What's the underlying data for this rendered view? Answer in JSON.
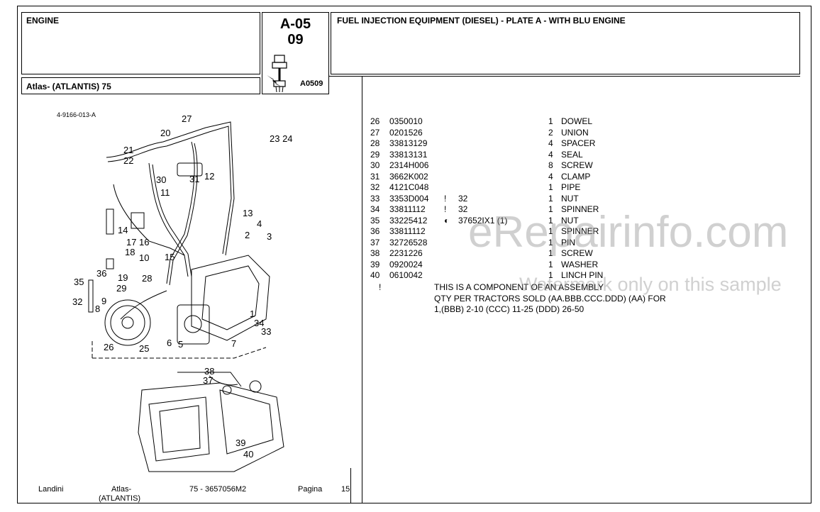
{
  "header": {
    "section": "ENGINE",
    "plate_code": "A-05",
    "plate_sub": "09",
    "plate_ref": "A0509",
    "title": "FUEL INJECTION EQUIPMENT (DIESEL) - PLATE A - WITH BLU ENGINE",
    "model": "Atlas- (ATLANTIS) 75"
  },
  "drawing": {
    "ref": "4-9166-013-A",
    "callouts": [
      "27",
      "20",
      "21",
      "22",
      "30",
      "11",
      "31",
      "12",
      "23 24",
      "13",
      "4",
      "2",
      "3",
      "14",
      "17",
      "16",
      "18",
      "10",
      "15",
      "36",
      "19",
      "28",
      "35",
      "29",
      "32",
      "9",
      "8",
      "34",
      "33",
      "1",
      "6",
      "5",
      "7",
      "26",
      "25",
      "38",
      "37",
      "39",
      "40"
    ]
  },
  "parts": [
    {
      "no": "26",
      "code": "0350010",
      "mark": "",
      "ref": "",
      "qty": "1",
      "desc": "DOWEL"
    },
    {
      "no": "27",
      "code": "0201526",
      "mark": "",
      "ref": "",
      "qty": "2",
      "desc": "UNION"
    },
    {
      "no": "28",
      "code": "33813129",
      "mark": "",
      "ref": "",
      "qty": "4",
      "desc": "SPACER"
    },
    {
      "no": "29",
      "code": "33813131",
      "mark": "",
      "ref": "",
      "qty": "4",
      "desc": "SEAL"
    },
    {
      "no": "30",
      "code": "2314H006",
      "mark": "",
      "ref": "",
      "qty": "8",
      "desc": "SCREW"
    },
    {
      "no": "31",
      "code": "3662K002",
      "mark": "",
      "ref": "",
      "qty": "4",
      "desc": "CLAMP"
    },
    {
      "no": "32",
      "code": "4121C048",
      "mark": "",
      "ref": "",
      "qty": "1",
      "desc": "PIPE"
    },
    {
      "no": "33",
      "code": "3353D004",
      "mark": "!",
      "ref": "32",
      "qty": "1",
      "desc": "NUT"
    },
    {
      "no": "34",
      "code": "33811112",
      "mark": "!",
      "ref": "32",
      "qty": "1",
      "desc": "SPINNER"
    },
    {
      "no": "35",
      "code": "33225412",
      "mark": "◐",
      "ref": "37652IX1  (1)",
      "qty": "1",
      "desc": "NUT"
    },
    {
      "no": "36",
      "code": "33811112",
      "mark": "",
      "ref": "",
      "qty": "1",
      "desc": "SPINNER"
    },
    {
      "no": "37",
      "code": "32726528",
      "mark": "",
      "ref": "",
      "qty": "1",
      "desc": "PIN"
    },
    {
      "no": "38",
      "code": "2231226",
      "mark": "",
      "ref": "",
      "qty": "1",
      "desc": "SCREW"
    },
    {
      "no": "39",
      "code": "0920024",
      "mark": "",
      "ref": "",
      "qty": "1",
      "desc": "WASHER"
    },
    {
      "no": "40",
      "code": "0610042",
      "mark": "",
      "ref": "",
      "qty": "1",
      "desc": "LINCH PIN"
    }
  ],
  "notes": {
    "mark": "!",
    "line1": "THIS IS A COMPONENT OF AN ASSEMBLY",
    "line2": "QTY PER TRACTORS SOLD  (AA.BBB.CCC.DDD) (AA) FOR",
    "line3": "1,(BBB) 2-10 (CCC) 11-25 (DDD) 26-50"
  },
  "footer": {
    "brand": "Landini",
    "model_line1": "Atlas-",
    "model_line2": "(ATLANTIS)",
    "doc": "75 - 3657056M2",
    "page_label": "Pagina",
    "page": "15"
  },
  "watermark": {
    "main": "eRepairinfo.com",
    "sub": "Watermark only on this sample"
  }
}
